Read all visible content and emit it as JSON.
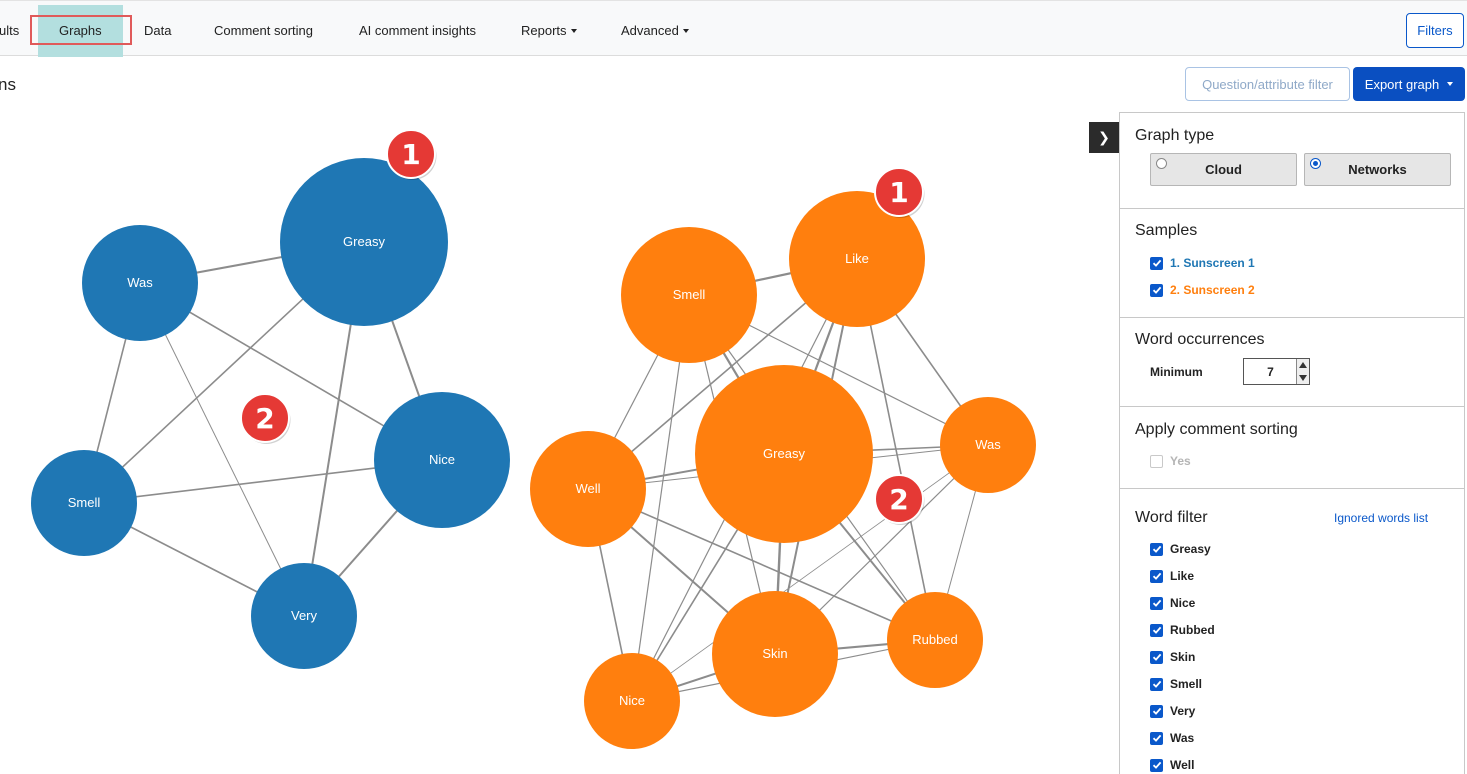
{
  "nav": {
    "tabs": [
      {
        "label": "ults"
      },
      {
        "label": "Graphs"
      },
      {
        "label": "Data"
      },
      {
        "label": "Comment sorting"
      },
      {
        "label": "AI comment insights"
      },
      {
        "label": "Reports"
      },
      {
        "label": "Advanced"
      }
    ],
    "filters_label": "Filters"
  },
  "page": {
    "title_fragment": "ns",
    "question_filter_label": "Question/attribute filter",
    "export_label": "Export graph"
  },
  "graph": {
    "colors": {
      "sample1": "#1f77b4",
      "sample2": "#ff7f0e",
      "edge": "#8c8c8c",
      "marker": "#e53935"
    },
    "networks": [
      {
        "sample": "1. Sunscreen 1",
        "color": "#1f77b4",
        "nodes": [
          "Greasy",
          "Was",
          "Nice",
          "Smell",
          "Very"
        ]
      },
      {
        "sample": "2. Sunscreen 2",
        "color": "#ff7f0e",
        "nodes": [
          "Like",
          "Smell",
          "Greasy",
          "Was",
          "Well",
          "Rubbed",
          "Skin",
          "Nice"
        ]
      }
    ],
    "markers": [
      "1",
      "2",
      "1",
      "2"
    ]
  },
  "panel": {
    "graph_type": {
      "title": "Graph type",
      "options": [
        {
          "label": "Cloud",
          "selected": false
        },
        {
          "label": "Networks",
          "selected": true
        }
      ]
    },
    "samples": {
      "title": "Samples",
      "items": [
        {
          "label": "1. Sunscreen 1",
          "checked": true,
          "color": "#1f77b4"
        },
        {
          "label": "2. Sunscreen 2",
          "checked": true,
          "color": "#ff7f0e"
        }
      ]
    },
    "word_occurrences": {
      "title": "Word occurrences",
      "minimum_label": "Minimum",
      "minimum_value": "7"
    },
    "comment_sorting": {
      "title": "Apply comment sorting",
      "yes_label": "Yes",
      "checked": false
    },
    "word_filter": {
      "title": "Word filter",
      "ignored_link": "Ignored words list",
      "words": [
        {
          "label": "Greasy",
          "checked": true
        },
        {
          "label": "Like",
          "checked": true
        },
        {
          "label": "Nice",
          "checked": true
        },
        {
          "label": "Rubbed",
          "checked": true
        },
        {
          "label": "Skin",
          "checked": true
        },
        {
          "label": "Smell",
          "checked": true
        },
        {
          "label": "Very",
          "checked": true
        },
        {
          "label": "Was",
          "checked": true
        },
        {
          "label": "Well",
          "checked": true
        }
      ]
    }
  }
}
